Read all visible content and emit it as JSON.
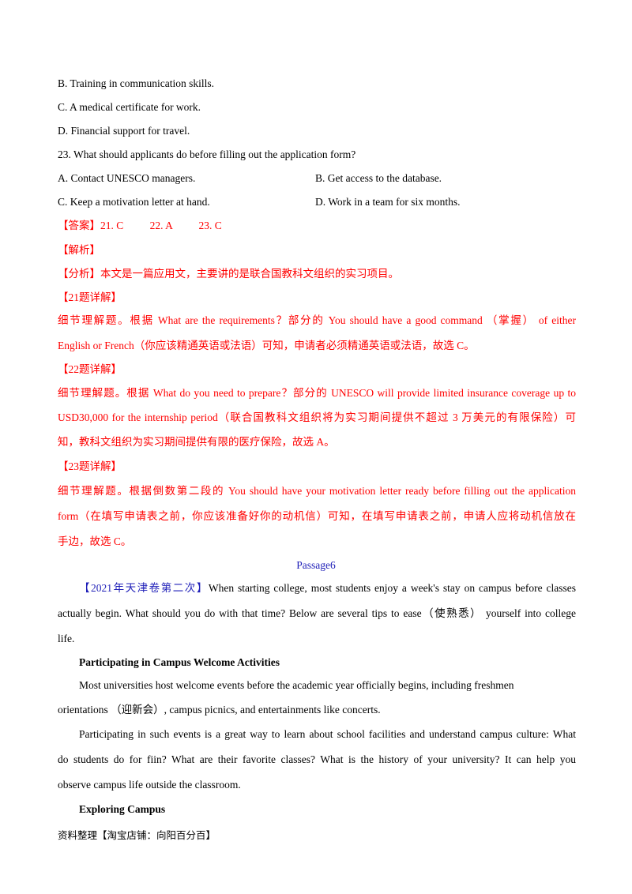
{
  "q22_options": {
    "b": "B. Training in communication skills.",
    "c": "C. A medical certificate for work.",
    "d": "D. Financial support for travel."
  },
  "q23": {
    "stem": "23. What should applicants do before filling out the application form?",
    "a": "A. Contact UNESCO managers.",
    "b": "B. Get access to the database.",
    "c": "C. Keep a motivation letter at hand.",
    "d": "D. Work in a team for six months."
  },
  "answer": {
    "label": "【答案】",
    "a21": "21. C",
    "a22": "22. A",
    "a23": "23. C"
  },
  "analysis": {
    "jiexi": "【解析】",
    "fenxi": "【分析】本文是一篇应用文，主要讲的是联合国教科文组织的实习项目。",
    "h21": "【21题详解】",
    "d21_l1": "细节理解题。根据 What are the requirements？部分的 You should have a good command （掌握） of either",
    "d21_l2": "English or French（你应该精通英语或法语）可知，申请者必须精通英语或法语，故选 C。",
    "h22": "【22题详解】",
    "d22_l1": "细节理解题。根据 What do you need to prepare？部分的 UNESCO will provide limited insurance coverage up to",
    "d22_l2": "USD30,000 for the internship period（联合国教科文组织将为实习期间提供不超过 3 万美元的有限保险）可",
    "d22_l3": "知，教科文组织为实习期间提供有限的医疗保险，故选 A。",
    "h23": "【23题详解】",
    "d23_l1": "细节理解题。根据倒数第二段的 You should have your motivation letter ready before filling out the application",
    "d23_l2": "form（在填写申请表之前，你应该准备好你的动机信）可知，在填写申请表之前，申请人应将动机信放在",
    "d23_l3": "手边，故选 C。"
  },
  "passage": {
    "title": "Passage6",
    "source": "【2021年天津卷第二次】",
    "p1_l1": "When starting college, most students enjoy a week's stay on campus before classes",
    "p1_l2": "actually begin. What should you do with that time? Below are several tips to ease（使熟悉） yourself into college",
    "p1_l3": "life.",
    "h1": "Participating in Campus Welcome Activities",
    "p2_l1": "Most universities host welcome events before the academic year officially begins, including freshmen",
    "p2_l2": "orientations （迎新会）, campus picnics, and entertainments like concerts.",
    "p3_l1": "Participating in such events is a great way to learn about school facilities and understand campus culture: What",
    "p3_l2": "do students do for fiin? What are their favorite classes? What is the history of your university? It can help you",
    "p3_l3": "observe campus life outside the classroom.",
    "h2": "Exploring Campus"
  },
  "footer": "资料整理【淘宝店铺：向阳百分百】"
}
